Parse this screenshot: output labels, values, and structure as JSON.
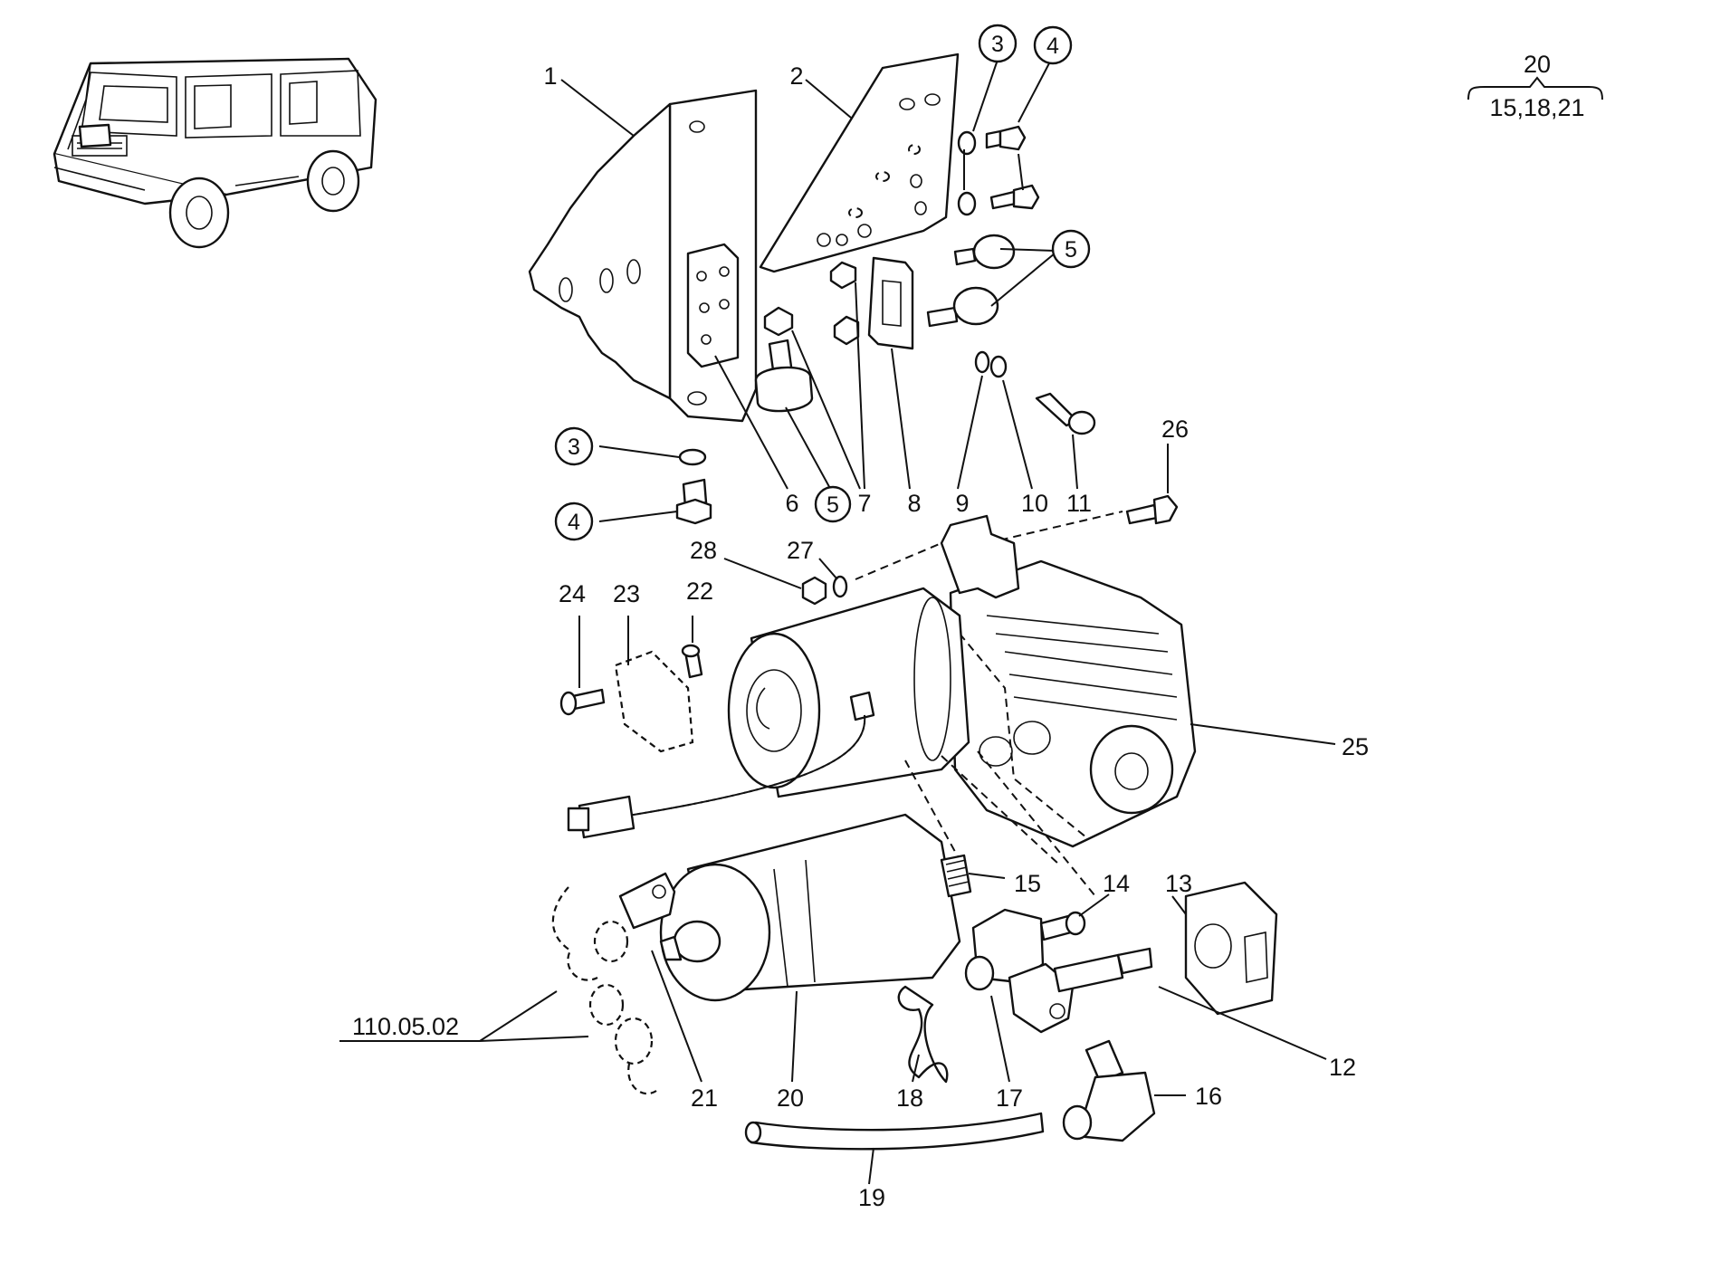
{
  "callouts": {
    "c1": "1",
    "c2": "2",
    "c3a": "3",
    "c4a": "4",
    "c5a": "5",
    "c3b": "3",
    "c4b": "4",
    "c6": "6",
    "c5b": "5",
    "c7": "7",
    "c8": "8",
    "c9": "9",
    "c10": "10",
    "c11": "11",
    "c26": "26",
    "c28": "28",
    "c27": "27",
    "c24": "24",
    "c23": "23",
    "c22": "22",
    "c25": "25",
    "c15": "15",
    "c14": "14",
    "c13": "13",
    "c12": "12",
    "c16": "16",
    "c17": "17",
    "c18": "18",
    "c19": "19",
    "c20": "20",
    "c21": "21"
  },
  "reference": "110.05.02",
  "group_note": {
    "top": "20",
    "bottom": "15,18,21"
  },
  "colors": {
    "ink": "#111111",
    "paper": "#ffffff"
  }
}
